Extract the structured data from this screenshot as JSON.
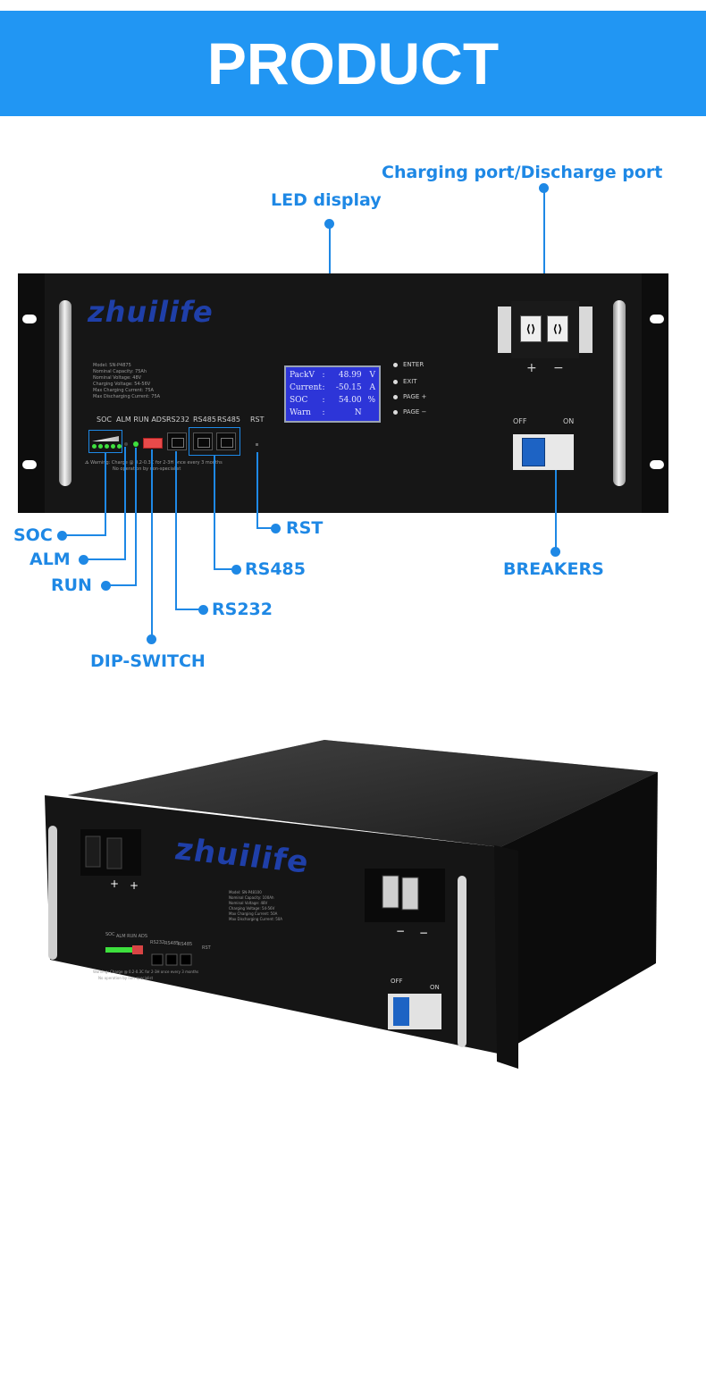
{
  "banner": {
    "title": "PRODUCT COMPARISON",
    "color": "#2196f3"
  },
  "callouts": {
    "charging_port": "Charging port/Discharge port",
    "led_display": "LED display",
    "soc": "SOC",
    "alm": "ALM",
    "run": "RUN",
    "dip_switch": "DIP-SWITCH",
    "rst": "RST",
    "rs485": "RS485",
    "rs232": "RS232",
    "breakers": "BREAKERS"
  },
  "front_panel": {
    "brand": "zhuilife",
    "spec_lines": [
      "Model: SN-P4875",
      "Nominal Capacity: 75Ah",
      "Nominal Voltage: 48V",
      "Charging Voltage: 54-56V",
      "Max Charging Current: 75A",
      "Max Discharging Current: 75A"
    ],
    "labels": {
      "soc": "SOC",
      "alm_run_ads": "ALM RUN ADS",
      "rs232": "RS232",
      "rs485_a": "RS485",
      "rs485_b": "RS485",
      "rst": "RST"
    },
    "warning": "Warning: Charge @ 0.2-0.3C for 2-3H once every 3 months",
    "warning2": "No operation by non-specialist",
    "lcd": [
      {
        "label": "PackV",
        "sep": ":",
        "value": "48.99",
        "unit": "V"
      },
      {
        "label": "Current",
        "sep": ":",
        "value": "-50.15",
        "unit": "A"
      },
      {
        "label": "SOC",
        "sep": ":",
        "value": "54.00",
        "unit": "%"
      },
      {
        "label": "Warn",
        "sep": ":",
        "value": "N",
        "unit": ""
      }
    ],
    "buttons": [
      "ENTER",
      "EXIT",
      "PAGE +",
      "PAGE −"
    ],
    "terminals": {
      "plus": "+",
      "minus": "−"
    },
    "breaker": {
      "off": "OFF",
      "on": "ON"
    }
  },
  "unit_3d": {
    "brand": "zhuilife",
    "spec_lines": [
      "Model: SN-P48100",
      "Nominal Capacity: 100Ah",
      "Nominal Voltage: 48V",
      "Charging Voltage: 54-56V",
      "Max Charging Current: 50A",
      "Max Discharging Current: 50A"
    ],
    "labels": {
      "soc": "SOC",
      "alm_run_ads": "ALM RUN ADS",
      "rs232": "RS232",
      "rs485_a": "RS485",
      "rs485_b": "RS485",
      "rst": "RST"
    },
    "warning": "Warning: Charge @ 0.2-0.3C for 2-3H once every 3 months",
    "warning2": "No operation by non-specialist",
    "terminals_left": [
      "+",
      "+"
    ],
    "terminals_right": [
      "−",
      "−"
    ],
    "breaker": {
      "off": "OFF",
      "on": "ON"
    }
  }
}
